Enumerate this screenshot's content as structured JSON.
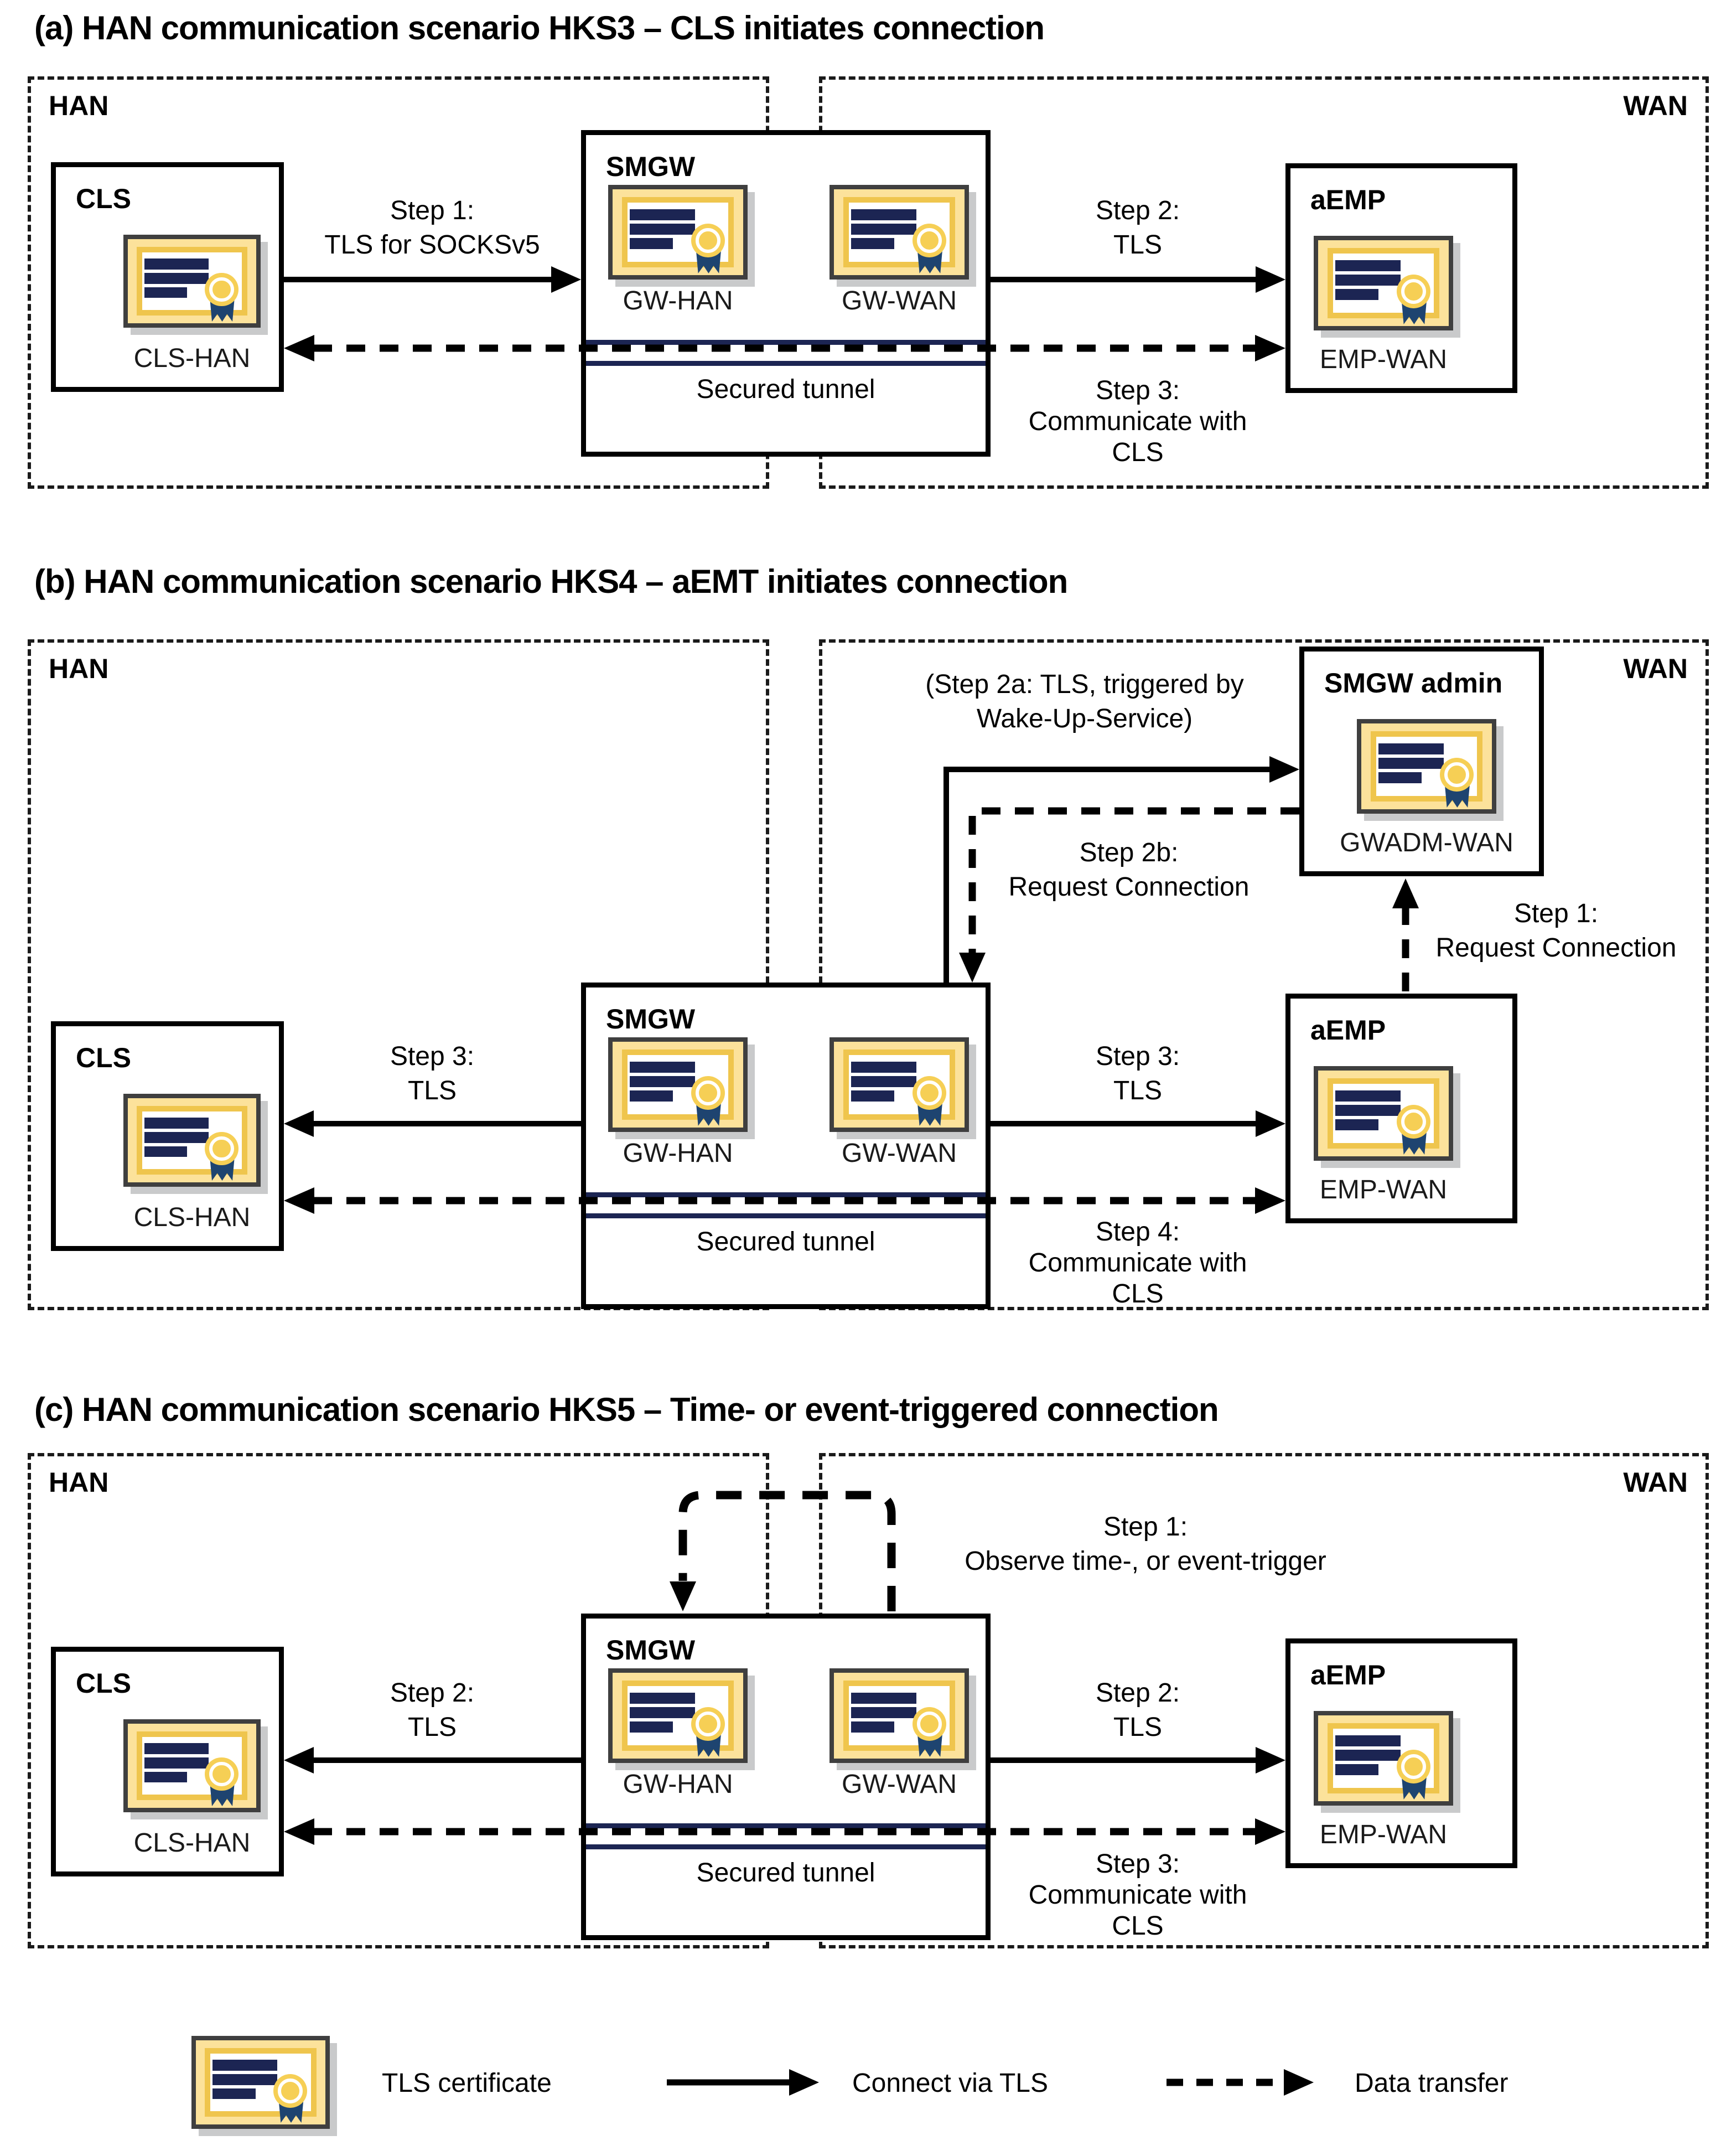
{
  "colors": {
    "navy": "#1C2553",
    "gold": "#EFC54D",
    "mat": "#FCE29B",
    "seal": "#F6CF55",
    "ribbon": "#1E4470",
    "frame": "#3F3F3F",
    "shadow": "#C9CACB",
    "ink": "#000000"
  },
  "panels": {
    "a": {
      "title": "(a) HAN communication scenario HKS3 – CLS initiates connection",
      "han": "HAN",
      "wan": "WAN",
      "cls": {
        "title": "CLS",
        "cert": "CLS-HAN"
      },
      "smgw": {
        "title": "SMGW",
        "cert_han": "GW-HAN",
        "cert_wan": "GW-WAN",
        "tunnel": "Secured tunnel"
      },
      "aemp": {
        "title": "aEMP",
        "cert": "EMP-WAN"
      },
      "step1": [
        "Step 1:",
        "TLS for SOCKSv5"
      ],
      "step2": [
        "Step 2:",
        "TLS"
      ],
      "step3": [
        "Step 3:",
        "Communicate with",
        "CLS"
      ]
    },
    "b": {
      "title": "(b) HAN communication scenario HKS4 – aEMT initiates connection",
      "han": "HAN",
      "wan": "WAN",
      "cls": {
        "title": "CLS",
        "cert": "CLS-HAN"
      },
      "smgw": {
        "title": "SMGW",
        "cert_han": "GW-HAN",
        "cert_wan": "GW-WAN",
        "tunnel": "Secured tunnel"
      },
      "aemp": {
        "title": "aEMP",
        "cert": "EMP-WAN"
      },
      "smgw_admin": {
        "title": "SMGW admin",
        "cert": "GWADM-WAN"
      },
      "step1": [
        "Step 1:",
        "Request Connection"
      ],
      "step2a": [
        "(Step 2a: TLS, triggered by",
        "Wake-Up-Service)"
      ],
      "step2b": [
        "Step 2b:",
        "Request Connection"
      ],
      "step3_left": [
        "Step 3:",
        "TLS"
      ],
      "step3_right": [
        "Step 3:",
        "TLS"
      ],
      "step4": [
        "Step 4:",
        "Communicate with",
        "CLS"
      ]
    },
    "c": {
      "title": "(c) HAN communication scenario HKS5 – Time- or event-triggered connection",
      "han": "HAN",
      "wan": "WAN",
      "cls": {
        "title": "CLS",
        "cert": "CLS-HAN"
      },
      "smgw": {
        "title": "SMGW",
        "cert_han": "GW-HAN",
        "cert_wan": "GW-WAN",
        "tunnel": "Secured tunnel"
      },
      "aemp": {
        "title": "aEMP",
        "cert": "EMP-WAN"
      },
      "step1": [
        "Step 1:",
        "Observe time-, or event-trigger"
      ],
      "step2_left": [
        "Step 2:",
        "TLS"
      ],
      "step2_right": [
        "Step 2:",
        "TLS"
      ],
      "step3": [
        "Step 3:",
        "Communicate with",
        "CLS"
      ]
    }
  },
  "legend": {
    "certificate": "TLS certificate",
    "solid_arrow": "Connect via TLS",
    "dashed_arrow": "Data transfer"
  }
}
